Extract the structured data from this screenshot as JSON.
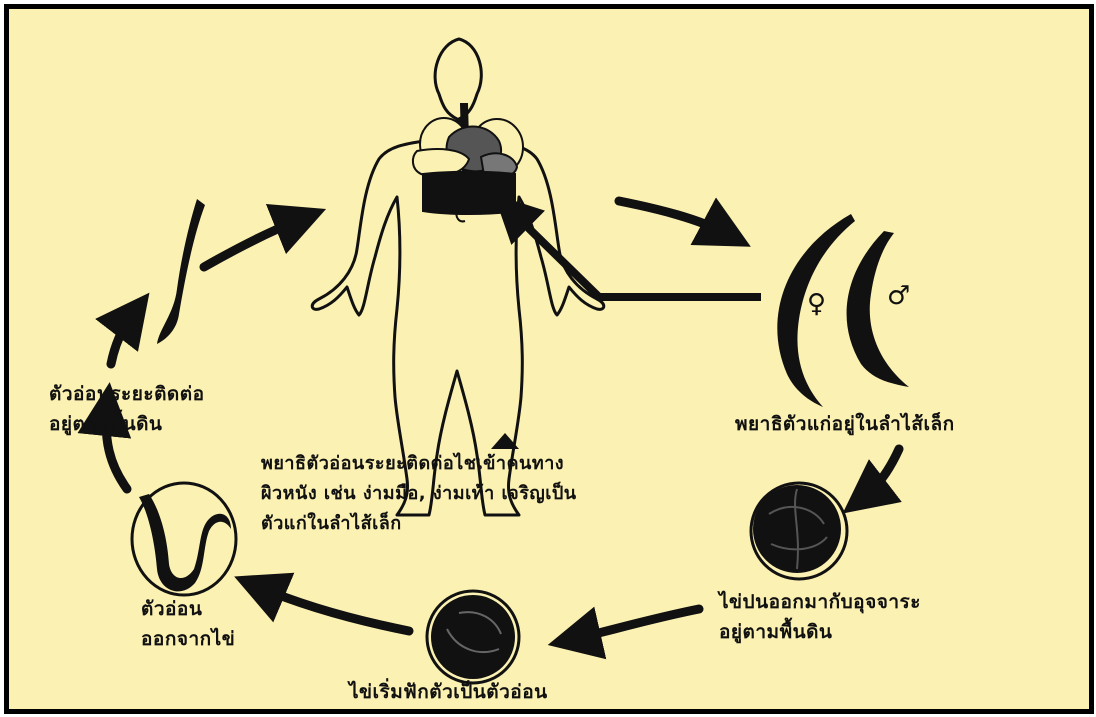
{
  "labels": {
    "host_infection": {
      "line1": "พยาธิตัวอ่อนระยะติดต่อไชเข้าคนทาง",
      "line2": "ผิวหนัง เช่น ง่ามมือ, ง่ามเท้า เจริญเป็น",
      "line3": "ตัวแก่ในลำไส้เล็ก"
    },
    "adult_worms": "พยาธิตัวแก่อยู่ในลำไส้เล็ก",
    "eggs_passed": {
      "line1": "ไข่ปนออกมากับอุจจาระ",
      "line2": "อยู่ตามพื้นดิน"
    },
    "egg_embryonating": "ไข่เริ่มฟักตัวเป็นตัวอ่อน",
    "larva_hatch": {
      "line1": "ตัวอ่อน",
      "line2": "ออกจากไข่"
    },
    "infective_larva": {
      "line1": "ตัวอ่อนระยะติดต่อ",
      "line2": "อยู่ตามพื้นดิน"
    },
    "female_symbol": "♀",
    "male_symbol": "♂"
  }
}
